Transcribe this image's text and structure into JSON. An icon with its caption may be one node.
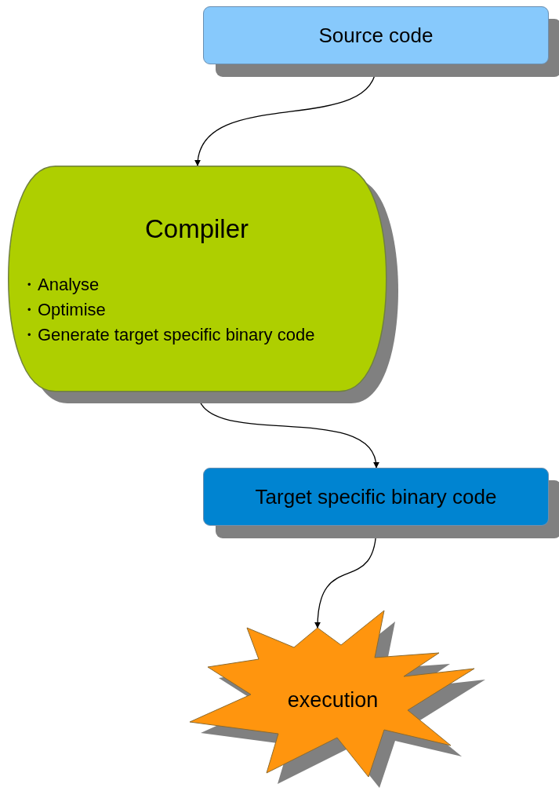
{
  "diagram": {
    "nodes": [
      {
        "text": [
          "Source code"
        ]
      },
      {
        "text": [
          "Compiler",
          "・Analyse",
          "・Optimise",
          "・Generate target specific binary code"
        ]
      },
      {
        "text": [
          "Target specific binary code"
        ]
      },
      {
        "text": [
          "execution"
        ]
      }
    ],
    "edges": [
      {
        "from": 0,
        "to": 1,
        "arrow": "to"
      },
      {
        "from": 1,
        "to": 2,
        "arrow": "to"
      },
      {
        "from": 2,
        "to": 3,
        "arrow": "to"
      }
    ]
  }
}
